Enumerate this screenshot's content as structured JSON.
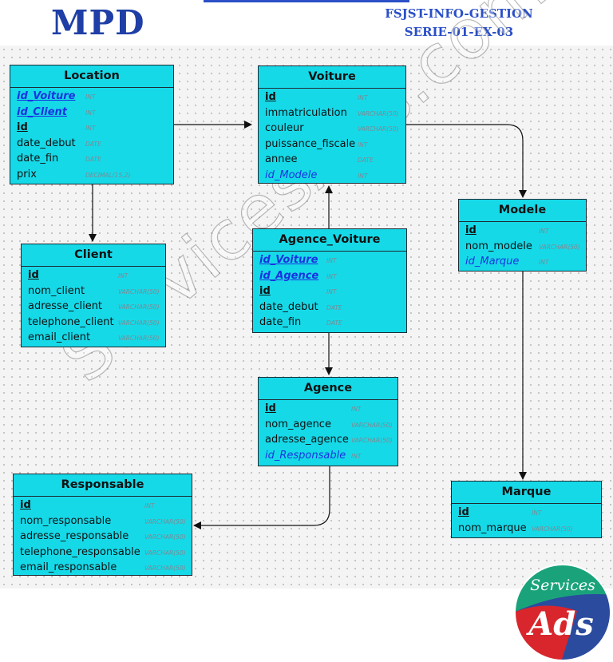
{
  "header": {
    "title": "MPD",
    "subtitle_line1": "FSJST-INFO-GESTION",
    "subtitle_line2": "SERIE-01-EX-03"
  },
  "watermark": "ServicesAds.com",
  "logo": {
    "line1": "Services",
    "line2": "Ads"
  },
  "tables": {
    "location": {
      "name": "Location",
      "fields": [
        {
          "name": "id_Voiture",
          "type": "INT"
        },
        {
          "name": "id_Client",
          "type": "INT"
        },
        {
          "name": "id",
          "type": "INT"
        },
        {
          "name": "date_debut",
          "type": "DATE"
        },
        {
          "name": "date_fin",
          "type": "DATE"
        },
        {
          "name": "prix",
          "type": "DECIMAL(15,2)"
        }
      ]
    },
    "voiture": {
      "name": "Voiture",
      "fields": [
        {
          "name": "id",
          "type": "INT"
        },
        {
          "name": "immatriculation",
          "type": "VARCHAR(50)"
        },
        {
          "name": "couleur",
          "type": "VARCHAR(50)"
        },
        {
          "name": "puissance_fiscale",
          "type": "INT"
        },
        {
          "name": "annee",
          "type": "DATE"
        },
        {
          "name": "id_Modele",
          "type": "INT"
        }
      ]
    },
    "modele": {
      "name": "Modele",
      "fields": [
        {
          "name": "id",
          "type": "INT"
        },
        {
          "name": "nom_modele",
          "type": "VARCHAR(50)"
        },
        {
          "name": "id_Marque",
          "type": "INT"
        }
      ]
    },
    "client": {
      "name": "Client",
      "fields": [
        {
          "name": "id",
          "type": "INT"
        },
        {
          "name": "nom_client",
          "type": "VARCHAR(50)"
        },
        {
          "name": "adresse_client",
          "type": "VARCHAR(50)"
        },
        {
          "name": "telephone_client",
          "type": "VARCHAR(50)"
        },
        {
          "name": "email_client",
          "type": "VARCHAR(50)"
        }
      ]
    },
    "agence_voiture": {
      "name": "Agence_Voiture",
      "fields": [
        {
          "name": "id_Voiture",
          "type": "INT"
        },
        {
          "name": "id_Agence",
          "type": "INT"
        },
        {
          "name": "id",
          "type": "INT"
        },
        {
          "name": "date_debut",
          "type": "DATE"
        },
        {
          "name": "date_fin",
          "type": "DATE"
        }
      ]
    },
    "agence": {
      "name": "Agence",
      "fields": [
        {
          "name": "id",
          "type": "INT"
        },
        {
          "name": "nom_agence",
          "type": "VARCHAR(50)"
        },
        {
          "name": "adresse_agence",
          "type": "VARCHAR(50)"
        },
        {
          "name": "id_Responsable",
          "type": "INT"
        }
      ]
    },
    "responsable": {
      "name": "Responsable",
      "fields": [
        {
          "name": "id",
          "type": "INT"
        },
        {
          "name": "nom_responsable",
          "type": "VARCHAR(50)"
        },
        {
          "name": "adresse_responsable",
          "type": "VARCHAR(50)"
        },
        {
          "name": "telephone_responsable",
          "type": "VARCHAR(50)"
        },
        {
          "name": "email_responsable",
          "type": "VARCHAR(50)"
        }
      ]
    },
    "marque": {
      "name": "Marque",
      "fields": [
        {
          "name": "id",
          "type": "INT"
        },
        {
          "name": "nom_marque",
          "type": "VARCHAR(50)"
        }
      ]
    }
  }
}
